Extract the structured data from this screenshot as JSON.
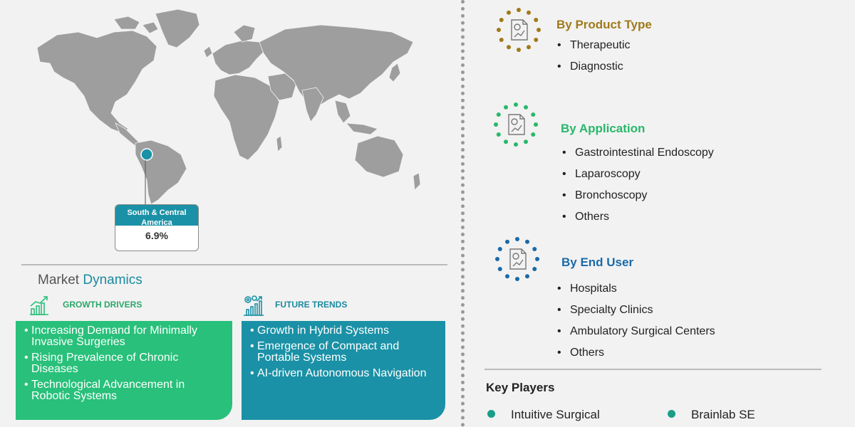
{
  "map": {
    "region_label": "South & Central America",
    "region_value": "6.9%",
    "accent_color": "#1a91a6"
  },
  "market_dynamics": {
    "title_part1": "Market",
    "title_part2": "Dynamics",
    "growth_drivers": {
      "heading": "GROWTH DRIVERS",
      "icon": "growth-chart-icon",
      "color": "#28c07a",
      "items": [
        "Increasing Demand for Minimally Invasive Surgeries",
        "Rising Prevalence of Chronic Diseases",
        "Technological Advancement in Robotic Systems"
      ]
    },
    "future_trends": {
      "heading": "FUTURE TRENDS",
      "icon": "trend-gears-icon",
      "color": "#1a91a6",
      "items": [
        "Growth in Hybrid Systems",
        "Emergence of Compact and Portable Systems",
        "AI-driven Autonomous Navigation"
      ]
    }
  },
  "segments": [
    {
      "title": "By Product Type",
      "color": "#a07a1a",
      "icon": "report-chart-icon",
      "items": [
        "Therapeutic",
        "Diagnostic"
      ]
    },
    {
      "title": "By Application",
      "color": "#28b86a",
      "icon": "report-chart-icon",
      "items": [
        "Gastrointestinal Endoscopy",
        "Laparoscopy",
        "Bronchoscopy",
        "Others"
      ]
    },
    {
      "title": "By End User",
      "color": "#1a6aa8",
      "icon": "report-chart-icon",
      "items": [
        "Hospitals",
        "Specialty Clinics",
        "Ambulatory Surgical Centers",
        "Others"
      ]
    }
  ],
  "key_players": {
    "title": "Key Players",
    "items": [
      "Intuitive Surgical",
      "Brainlab SE"
    ]
  }
}
